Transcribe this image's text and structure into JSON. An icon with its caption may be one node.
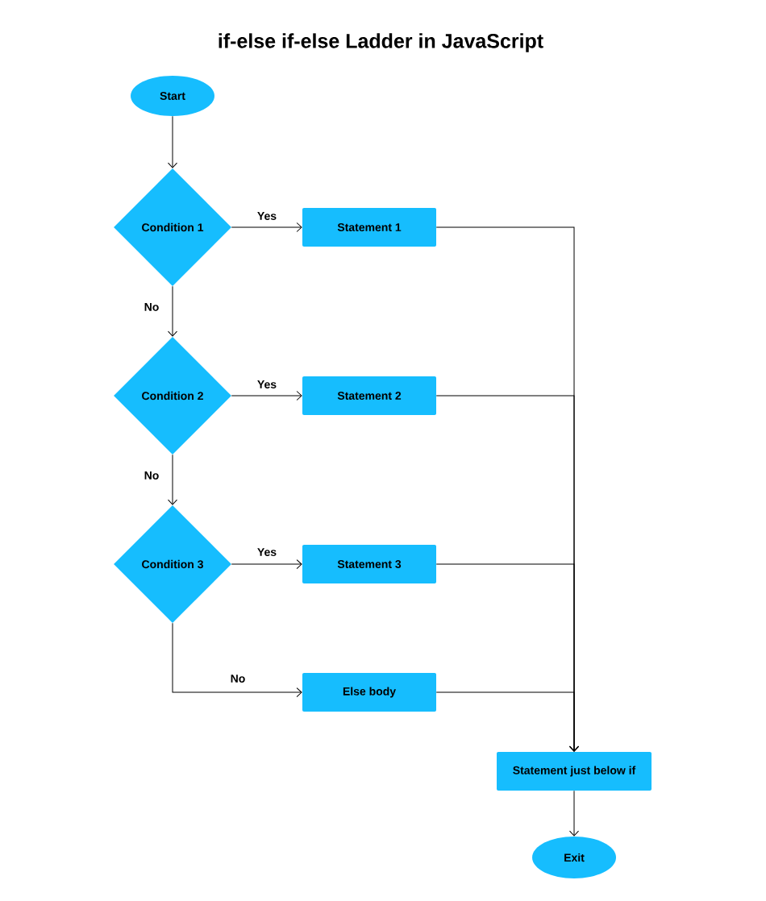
{
  "diagram": {
    "title": "if-else if-else Ladder in JavaScript",
    "nodes": [
      {
        "text": [
          "Start"
        ]
      },
      {
        "text": [
          "Condition 1"
        ]
      },
      {
        "text": [
          "Statement 1"
        ]
      },
      {
        "text": [
          "Condition 2"
        ]
      },
      {
        "text": [
          "Statement 2"
        ]
      },
      {
        "text": [
          "Condition 3"
        ]
      },
      {
        "text": [
          "Statement 3"
        ]
      },
      {
        "text": [
          "Else body"
        ]
      },
      {
        "text": [
          "Statement just below if"
        ]
      },
      {
        "text": [
          "Exit"
        ]
      }
    ],
    "edges": [
      {
        "from": 0,
        "to": 1,
        "arrow": "to"
      },
      {
        "from": 1,
        "to": 2,
        "arrow": "to",
        "label": "Yes"
      },
      {
        "from": 1,
        "to": 3,
        "arrow": "to",
        "label": "No"
      },
      {
        "from": 3,
        "to": 4,
        "arrow": "to",
        "label": "Yes"
      },
      {
        "from": 3,
        "to": 5,
        "arrow": "to",
        "label": "No"
      },
      {
        "from": 5,
        "to": 6,
        "arrow": "to",
        "label": "Yes"
      },
      {
        "from": 5,
        "to": 7,
        "arrow": "to",
        "label": "No"
      },
      {
        "from": 2,
        "to": 8,
        "arrow": "to"
      },
      {
        "from": 4,
        "to": 8,
        "arrow": "to"
      },
      {
        "from": 6,
        "to": 8,
        "arrow": "to"
      },
      {
        "from": 7,
        "to": 8,
        "arrow": "to"
      },
      {
        "from": 8,
        "to": 9,
        "arrow": "to"
      }
    ]
  }
}
